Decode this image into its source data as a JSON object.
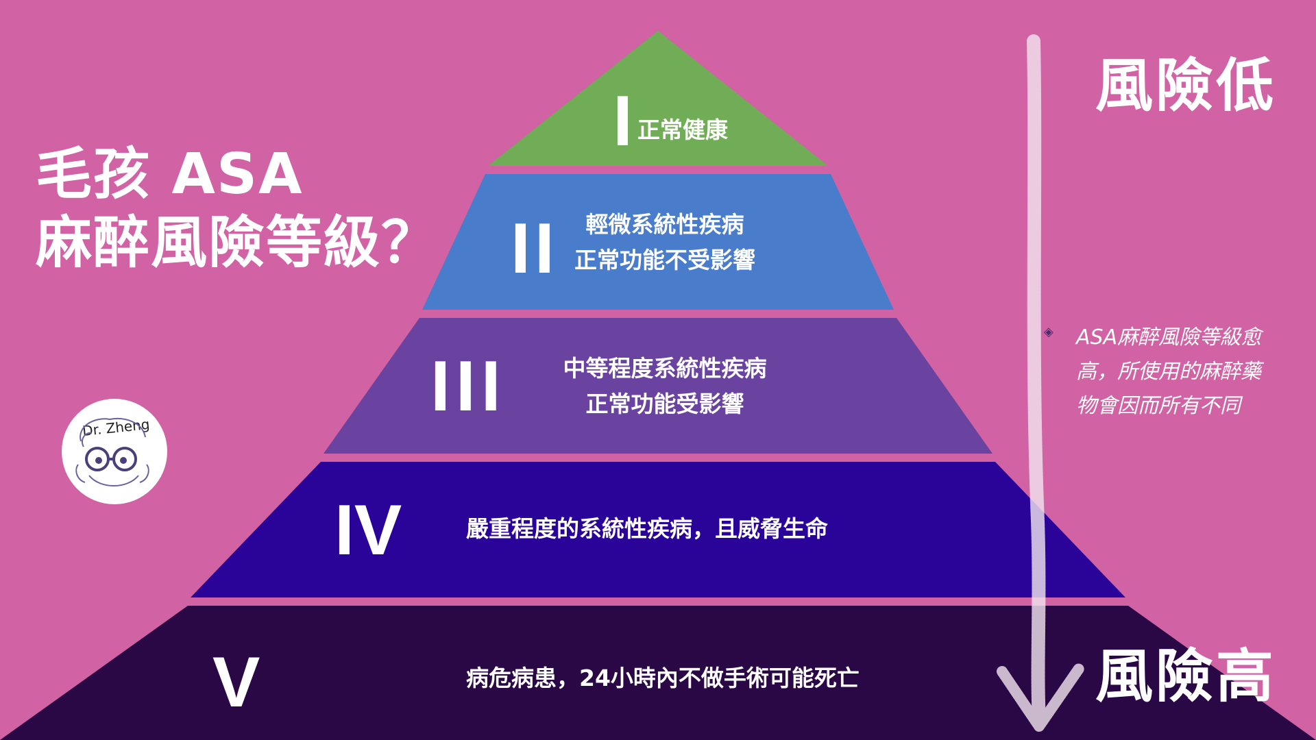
{
  "title": {
    "line1": "毛孩 ASA",
    "line2": "麻醉風險等級？"
  },
  "levels": [
    {
      "numeral": "I",
      "lines": [
        "正常健康"
      ],
      "color": "#70ad56"
    },
    {
      "numeral": "II",
      "lines": [
        "輕微系統性疾病",
        "正常功能不受影響"
      ],
      "color": "#4a7ccc"
    },
    {
      "numeral": "III",
      "lines": [
        "中等程度系統性疾病",
        "正常功能受影響"
      ],
      "color": "#6a43a1"
    },
    {
      "numeral": "IV",
      "lines": [
        "嚴重程度的系統性疾病，且威脅生命"
      ],
      "color": "#2a0498"
    },
    {
      "numeral": "V",
      "lines": [
        "病危病患，24小時內不做手術可能死亡"
      ],
      "color": "#2a0845"
    }
  ],
  "risk": {
    "low": "風險低",
    "high": "風險高"
  },
  "note": {
    "line1": "ASA麻醉風險等級愈",
    "line2": "高，所使用的麻醉藥",
    "line3": "物會因而所有不同"
  },
  "logo": {
    "text": "Dr. Zheng"
  },
  "colors": {
    "background": "#d162a4",
    "separator": "#d162a4",
    "arrow": "#f3e6f0"
  }
}
